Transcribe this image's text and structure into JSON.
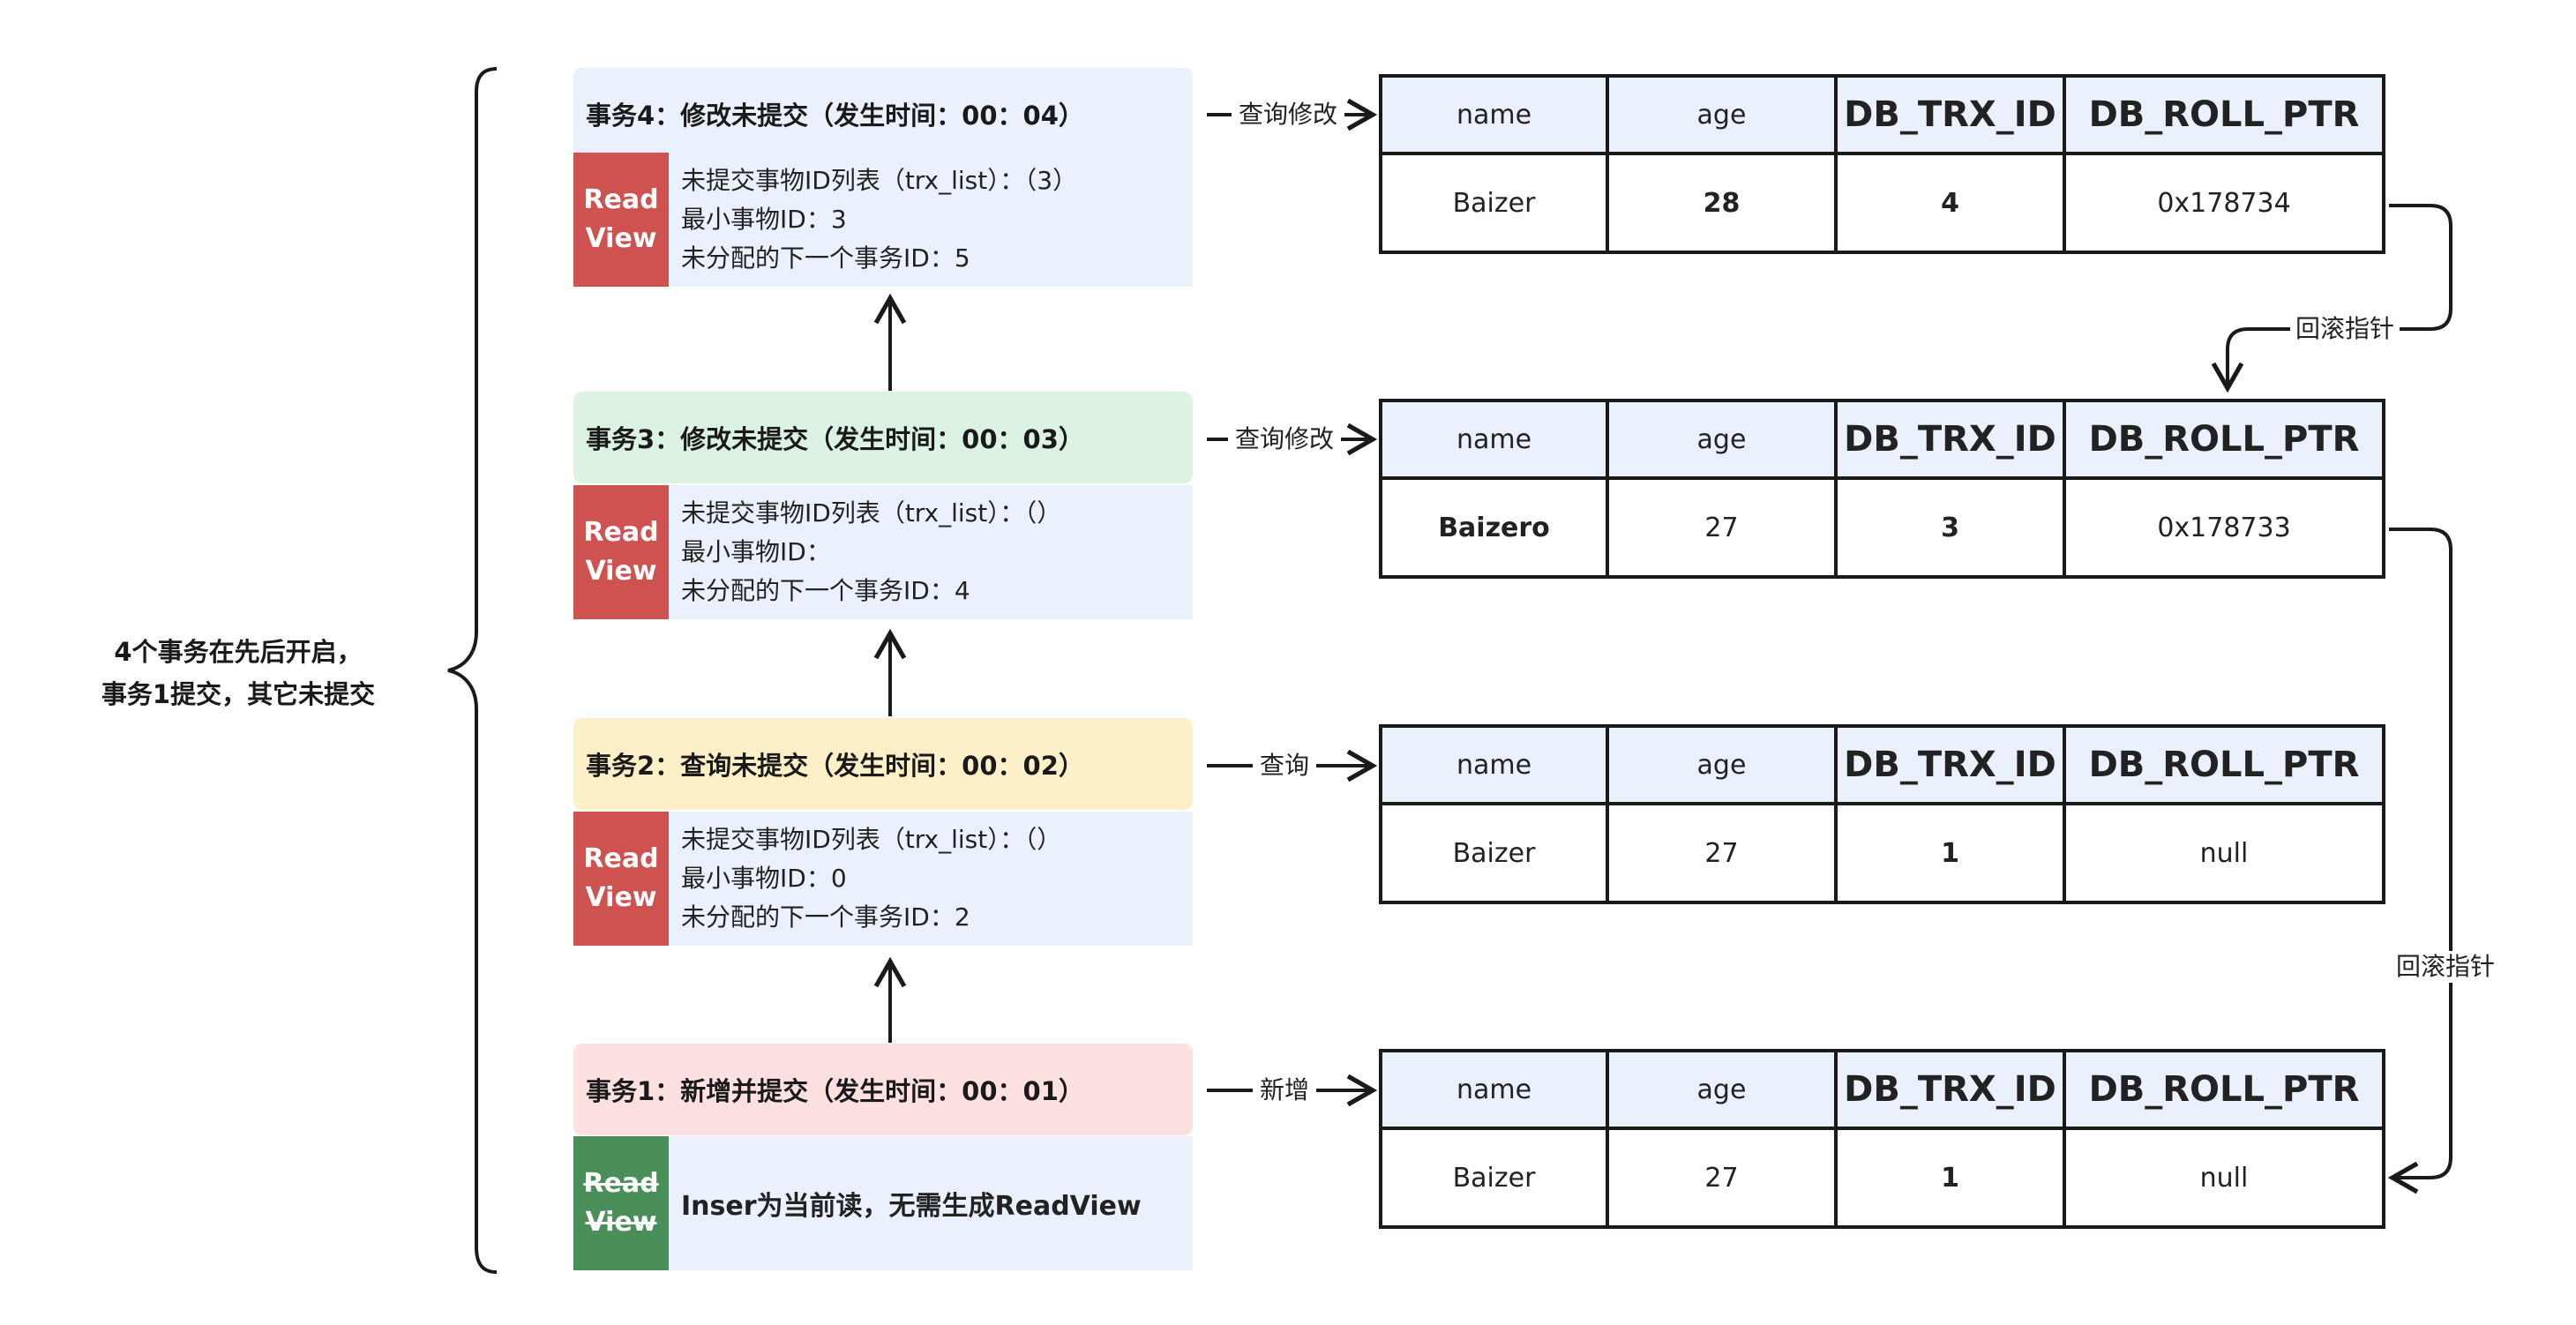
{
  "summary": {
    "line1": "4个事务在先后开启，",
    "line2": "事务1提交，其它未提交"
  },
  "transactions": [
    {
      "title": "事务4：修改未提交（发生时间：00：04）",
      "title_color": "#eaf0fc",
      "readview_badge": [
        "Read",
        "View"
      ],
      "readview_lines": [
        "未提交事物ID列表（trx_list）：（3）",
        "最小事物ID：3",
        "未分配的下一个事务ID：5"
      ],
      "operation": "查询修改"
    },
    {
      "title": "事务3：修改未提交（发生时间：00：03）",
      "title_color": "#dcf3e3",
      "readview_badge": [
        "Read",
        "View"
      ],
      "readview_lines": [
        "未提交事物ID列表（trx_list）：（）",
        "最小事物ID：",
        "未分配的下一个事务ID：4"
      ],
      "operation": "查询修改"
    },
    {
      "title": "事务2：查询未提交（发生时间：00：02）",
      "title_color": "#fdf0c8",
      "readview_badge": [
        "Read",
        "View"
      ],
      "readview_lines": [
        "未提交事物ID列表（trx_list）：（）",
        "最小事物ID：0",
        "未分配的下一个事务ID：2"
      ],
      "operation": "查询"
    },
    {
      "title": "事务1：新增并提交（发生时间：00：01）",
      "title_color": "#fde0e0",
      "readview_badge": [
        "Read",
        "View"
      ],
      "readview_struck": true,
      "readview_text": "Inser为当前读，无需生成ReadView",
      "operation": "新增"
    }
  ],
  "table_headers": [
    "name",
    "age",
    "DB_TRX_ID",
    "DB_ROLL_PTR"
  ],
  "rows": [
    {
      "name": "Baizer",
      "age": "28",
      "trx_id": "4",
      "roll_ptr": "0x178734"
    },
    {
      "name": "Baizero",
      "age": "27",
      "trx_id": "3",
      "roll_ptr": "0x178733"
    },
    {
      "name": "Baizer",
      "age": "27",
      "trx_id": "1",
      "roll_ptr": "null"
    },
    {
      "name": "Baizer",
      "age": "27",
      "trx_id": "1",
      "roll_ptr": "null"
    }
  ],
  "rollback_label": "回滚指针",
  "colors": {
    "highlight_red": "#cd5250",
    "readview_green": "#4a8f59",
    "panel_blue": "#eaf0fc"
  }
}
